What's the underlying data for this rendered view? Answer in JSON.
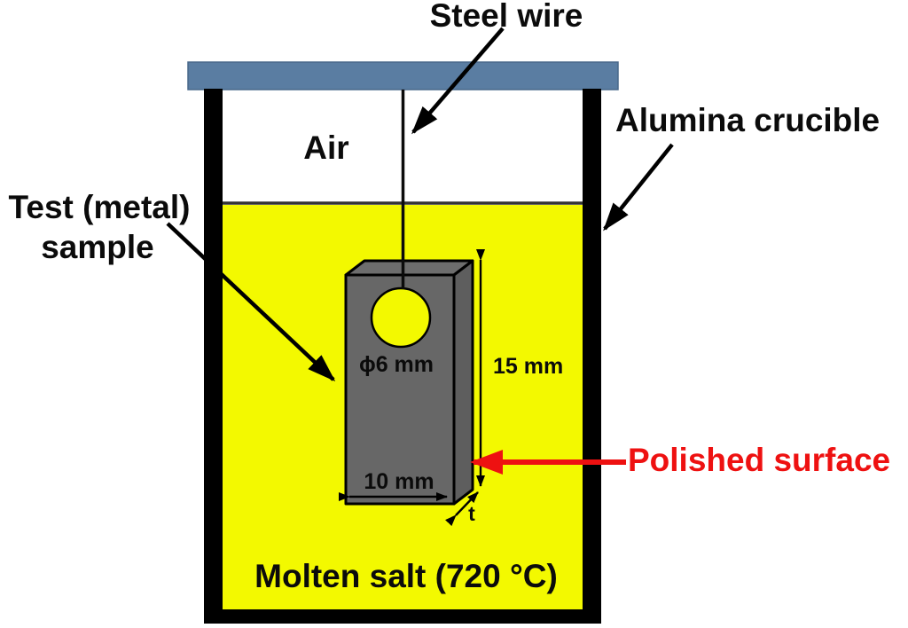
{
  "labels": {
    "steel_wire": "Steel wire",
    "air": "Air",
    "alumina_crucible": "Alumina crucible",
    "test_sample_line1": "Test (metal)",
    "test_sample_line2": "sample",
    "polished_surface": "Polished surface",
    "molten_salt": "Molten salt (720 °C)"
  },
  "dimensions": {
    "hole_diameter": "ϕ6 mm",
    "sample_height": "15 mm",
    "sample_width": "10 mm",
    "sample_thickness": "t"
  },
  "colors": {
    "salt_yellow": "#f3f900",
    "lid_blue": "#5a7da2",
    "crucible_black": "#000000",
    "sample_front_gray": "#676767",
    "sample_side_gray": "#5e5e5e",
    "sample_top_gray": "#6d6d6d",
    "hole_yellow": "#f3f900",
    "polished_red": "#ee1111"
  }
}
